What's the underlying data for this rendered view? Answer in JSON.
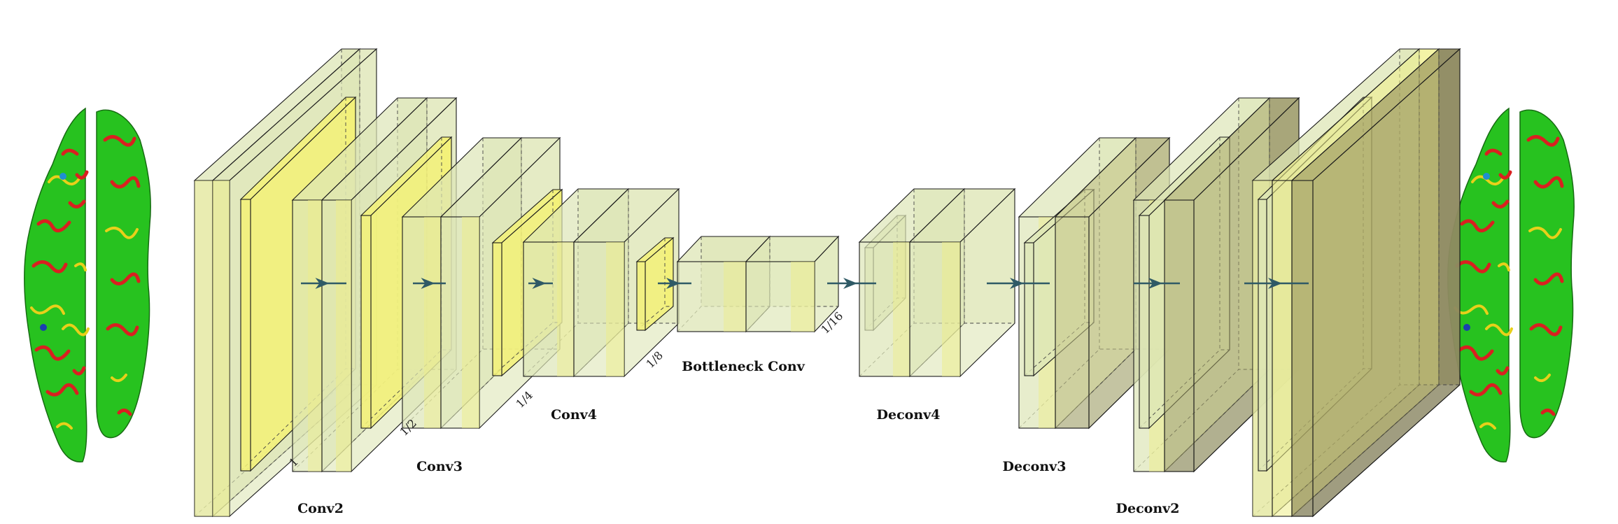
{
  "diagram": {
    "labels": {
      "conv2": "Conv2",
      "conv3": "Conv3",
      "conv4": "Conv4",
      "bottleneck": "Bottleneck Conv",
      "deconv4": "Deconv4",
      "deconv3": "Deconv3",
      "deconv2": "Deconv2"
    },
    "scales": {
      "s1": "1",
      "s2": "1/2",
      "s4": "1/4",
      "s8": "1/8",
      "s16": "1/16"
    },
    "images": {
      "left": "brain-surface-input",
      "right": "brain-surface-output"
    },
    "colors": {
      "conv_fill": "#dde6b6",
      "conv_band": "#eeee88",
      "pool_fill": "#f3f177",
      "gray": "#8a8a8a",
      "arrow": "#2f5a66",
      "brain_green": "#27c21f",
      "brain_red": "#d92020",
      "brain_yellow": "#e8d01a"
    }
  }
}
